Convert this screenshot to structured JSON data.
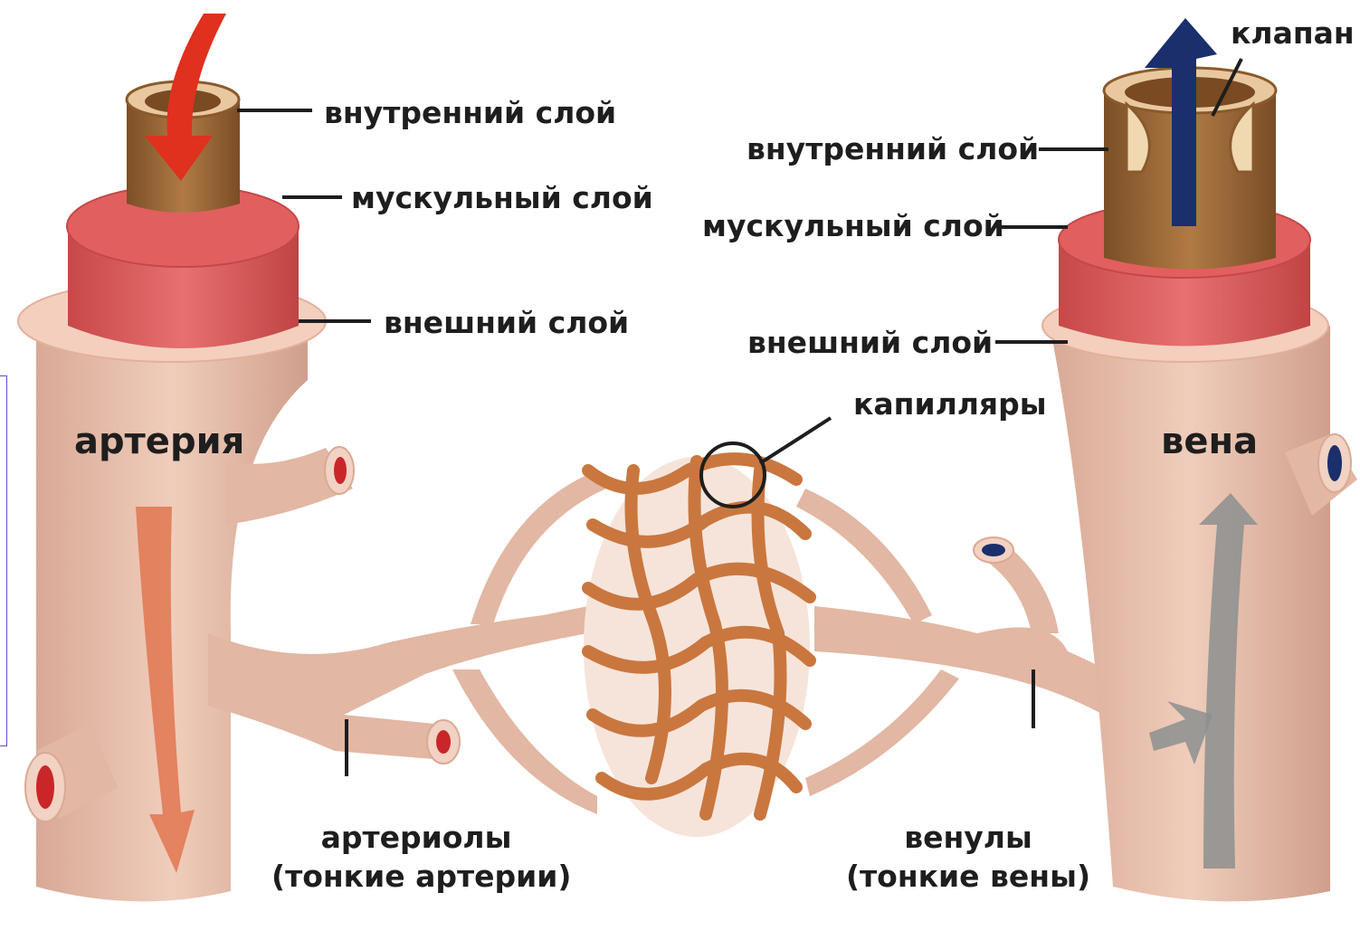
{
  "artery": {
    "title": "артерия",
    "inner_layer": "внутренний слой",
    "muscle_layer": "мускульный слой",
    "outer_layer": "внешний слой"
  },
  "vein": {
    "title": "вена",
    "valve": "клапан",
    "inner_layer": "внутренний слой",
    "muscle_layer": "мускульный слой",
    "outer_layer": "внешний слой"
  },
  "capillaries": "капилляры",
  "arterioles": {
    "name": "артериолы",
    "note": "(тонкие артерии)"
  },
  "venules": {
    "name": "венулы",
    "note": "(тонкие вены)"
  },
  "colors": {
    "vessel_wall": "#e8c2ad",
    "muscle": "#d65a5a",
    "inner": "#9c6a3a",
    "capillary": "#c9773f",
    "arterial_flow": "#e0301e",
    "venous_flow": "#1a2f6b",
    "flow_arrow_artery": "#e0704a",
    "flow_arrow_vein": "#8c8f8f"
  }
}
